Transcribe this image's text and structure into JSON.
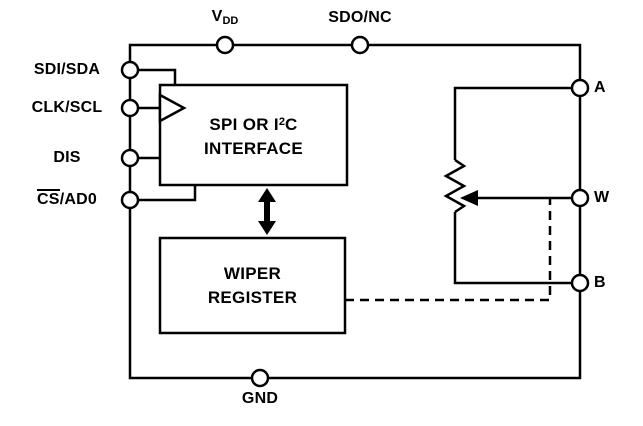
{
  "pins": {
    "vdd": {
      "base": "V",
      "sub": "DD"
    },
    "sdo_nc": {
      "label": "SDO/NC"
    },
    "sdi_sda": {
      "label": "SDI/SDA"
    },
    "clk_scl": {
      "label": "CLK/SCL"
    },
    "dis": {
      "label": "DIS"
    },
    "cs_ad0": {
      "overline": "CS",
      "rest": "/AD0"
    },
    "a": {
      "label": "A"
    },
    "w": {
      "label": "W"
    },
    "b": {
      "label": "B"
    },
    "gnd": {
      "label": "GND"
    }
  },
  "blocks": {
    "interface": {
      "line1_pre": "SPI OR I",
      "line1_sup": "2",
      "line1_post": "C",
      "line2": "INTERFACE"
    },
    "wiper_register": {
      "line1": "WIPER",
      "line2": "REGISTER"
    }
  },
  "colors": {
    "line": "#000000",
    "background": "#ffffff"
  }
}
